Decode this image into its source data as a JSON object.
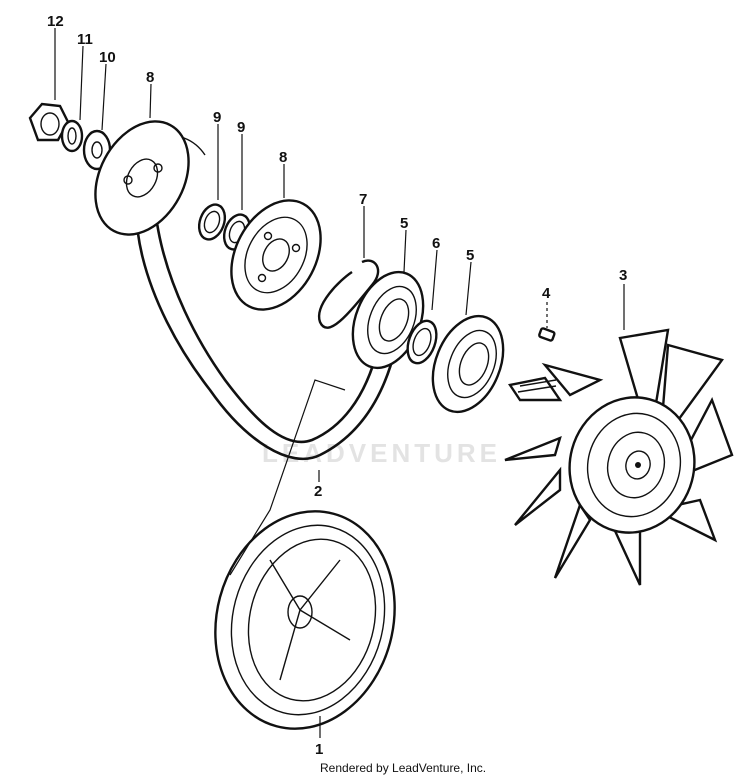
{
  "watermark": "LEADVENTURE",
  "footer": "Rendered by LeadVenture, Inc.",
  "callouts": {
    "c12": "12",
    "c11": "11",
    "c10": "10",
    "c8a": "8",
    "c9a": "9",
    "c9b": "9",
    "c8b": "8",
    "c7": "7",
    "c5a": "5",
    "c6": "6",
    "c5b": "5",
    "c4": "4",
    "c3": "3",
    "c2": "2",
    "c1": "1"
  }
}
